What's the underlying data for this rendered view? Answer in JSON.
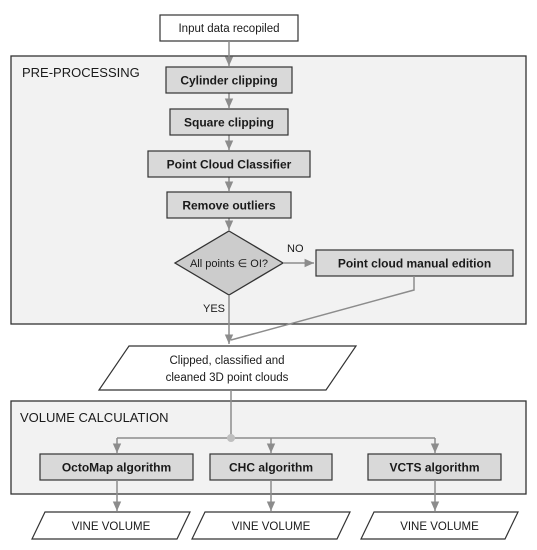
{
  "nodes": {
    "input": "Input data recopiled",
    "cylinder": "Cylinder clipping",
    "square": "Square clipping",
    "classifier": "Point Cloud Classifier",
    "outliers": "Remove outliers",
    "decision": "All points ∈ OI?",
    "manual": "Point cloud manual edition",
    "clipped_line1": "Clipped, classified and",
    "clipped_line2": "cleaned 3D point clouds",
    "octomap": "OctoMap algorithm",
    "chc": "CHC algorithm",
    "vcts": "VCTS algorithm",
    "vol1": "VINE VOLUME",
    "vol2": "VINE VOLUME",
    "vol3": "VINE VOLUME"
  },
  "sections": {
    "preprocessing": "PRE-PROCESSING",
    "volume": "VOLUME CALCULATION"
  },
  "edges": {
    "no_label": "NO",
    "yes_label": "YES"
  },
  "colors": {
    "section_fill": "#f2f2f2",
    "process_fill": "#d9d9d9",
    "decision_fill": "#cccccc",
    "stroke": "#333333",
    "connector": "#8c8c8c"
  }
}
